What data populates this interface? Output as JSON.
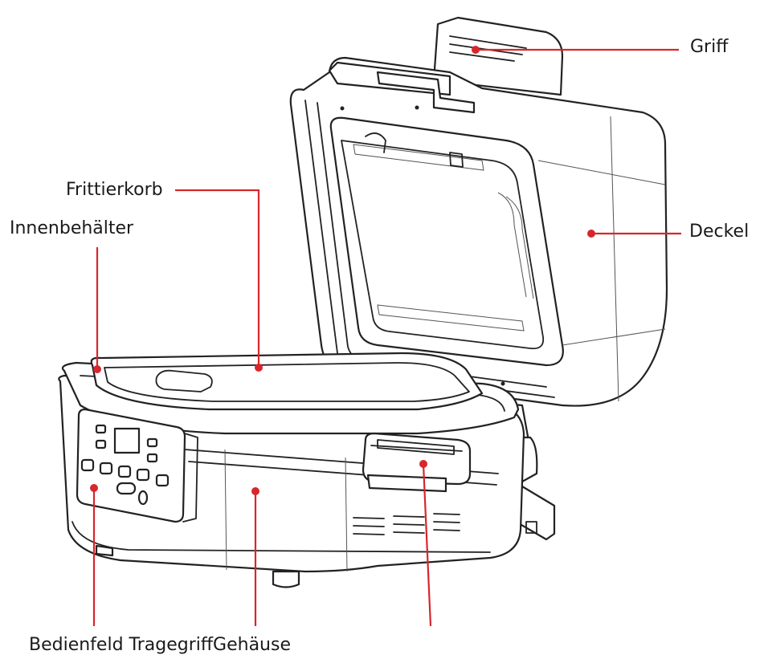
{
  "labels": {
    "griff": "Griff",
    "deckel": "Deckel",
    "frittierkorb": "Frittierkorb",
    "innenbehaelter": "Innenbehälter",
    "bottom": "Bedienfeld TragegriffGehäuse"
  },
  "colors": {
    "leader": "#d8262d",
    "outline": "#222222",
    "background": "#ffffff"
  }
}
